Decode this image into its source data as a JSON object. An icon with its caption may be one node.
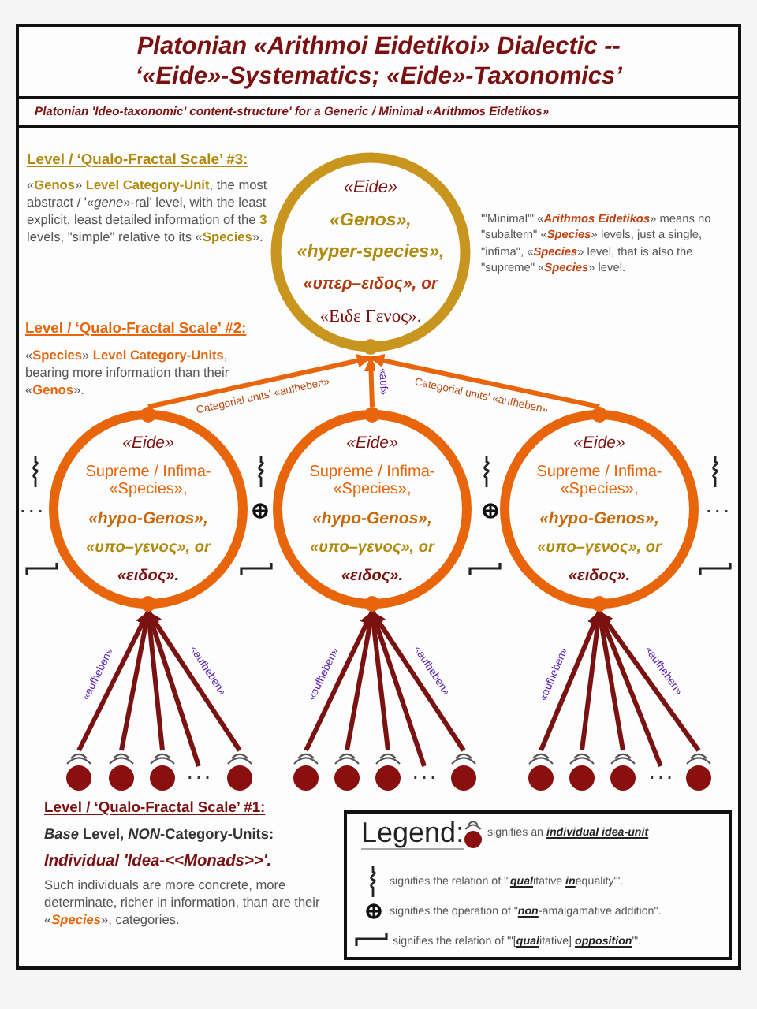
{
  "diagram": {
    "title": "Platonian «Arithmoi Eidetikoi» Dialectic -- ‘«Eide»-Systematics; «Eide»-Taxonomics’",
    "nodes": [
      {
        "text": [
          "«Eide»",
          "«Genos»,",
          "«hyper-species»,",
          "«υπερ–ειδος», or",
          "«Ειδε Γενος»."
        ]
      },
      {
        "text": [
          "«Eide»",
          "Supreme / Infima- «Species»,",
          "«hypo-Genos»,",
          "«υπο–γενος», or",
          "«ειδος»."
        ]
      },
      {
        "text": [
          "«Eide»",
          "Supreme / Infima- «Species»,",
          "«hypo-Genos»,",
          "«υπο–γενος», or",
          "«ειδος»."
        ]
      },
      {
        "text": [
          "«Eide»",
          "Supreme / Infima- «Species»,",
          "«hypo-Genos»,",
          "«υπο–γενος», or",
          "«ειδος»."
        ]
      },
      {
        "text": [],
        "shape": "circle"
      },
      {
        "text": [],
        "shape": "circle"
      },
      {
        "text": [],
        "shape": "circle"
      },
      {
        "text": [
          ". . ."
        ]
      },
      {
        "text": [],
        "shape": "circle"
      },
      {
        "text": [],
        "shape": "circle"
      },
      {
        "text": [],
        "shape": "circle"
      },
      {
        "text": [],
        "shape": "circle"
      },
      {
        "text": [
          ". . ."
        ]
      },
      {
        "text": [],
        "shape": "circle"
      },
      {
        "text": [],
        "shape": "circle"
      },
      {
        "text": [],
        "shape": "circle"
      },
      {
        "text": [],
        "shape": "circle"
      },
      {
        "text": [
          ". . ."
        ]
      },
      {
        "text": [],
        "shape": "circle"
      }
    ],
    "edges": [
      {
        "from": 1,
        "to": 0,
        "arrow": "to",
        "label": "Categorial units' «aufheben»",
        "color": "#e8650c"
      },
      {
        "from": 2,
        "to": 0,
        "arrow": "to",
        "label": "«auf»",
        "color": "#e8650c"
      },
      {
        "from": 3,
        "to": 0,
        "arrow": "to",
        "label": "Categorial units' «aufheben»",
        "color": "#e8650c"
      },
      {
        "from": 4,
        "to": 1,
        "arrow": "to",
        "label": "«aufheben»"
      },
      {
        "from": 5,
        "to": 1,
        "arrow": "to"
      },
      {
        "from": 6,
        "to": 1,
        "arrow": "to"
      },
      {
        "from": 7,
        "to": 1,
        "arrow": "to"
      },
      {
        "from": 8,
        "to": 1,
        "arrow": "to",
        "label": "«aufheben»"
      },
      {
        "from": 9,
        "to": 2,
        "arrow": "to",
        "label": "«aufheben»"
      },
      {
        "from": 10,
        "to": 2,
        "arrow": "to"
      },
      {
        "from": 11,
        "to": 2,
        "arrow": "to"
      },
      {
        "from": 12,
        "to": 2,
        "arrow": "to"
      },
      {
        "from": 13,
        "to": 2,
        "arrow": "to",
        "label": "«aufheben»"
      },
      {
        "from": 14,
        "to": 3,
        "arrow": "to",
        "label": "«aufheben»"
      },
      {
        "from": 15,
        "to": 3,
        "arrow": "to"
      },
      {
        "from": 16,
        "to": 3,
        "arrow": "to"
      },
      {
        "from": 17,
        "to": 3,
        "arrow": "to"
      },
      {
        "from": 18,
        "to": 3,
        "arrow": "to",
        "label": "«aufheben»"
      }
    ],
    "labels": [
      "Platonian 'Ideo-taxonomic' content-structure' for a Generic / Minimal «Arithmos Eidetikos»",
      "Level / ‘Qualo-Fractal Scale’ #3:",
      "«**Genos**» **Level Category-Unit**, the most abstract / '«*gene*»-ral' level, with the least explicit, least detailed information of the **3** levels, \"simple\" relative to its «**Species**».",
      "'\"Minimal\"' «**Arithmos Eidetikos**» means no \"subaltern\" «**Species**» levels, just a single, \"infima\", «**Species**» level, that is also the \"supreme\" «**Species**» level.",
      "Level / ‘Qualo-Fractal Scale’ #2:",
      "«**Species**» **Level Category-Units**, bearing more information than their «**Genos**».",
      ". . .",
      ". . .",
      "Level / ‘Qualo-Fractal Scale’ #1:",
      "*Base* Level, *NON*-Category-Units:",
      "Individual 'Idea-<<Monads>>'.",
      "Such individuals are more concrete, more determinate, richer in information, than are their «**Species**», categories.",
      "Legend:"
    ],
    "legend": [
      {
        "text": "signifies an **individual idea-unit**"
      },
      {
        "text": "signifies the relation of '\"**qual**itative **in**equality\"'."
      },
      {
        "text": "signifies the operation of \"**non**-amalgamative addition\"."
      },
      {
        "text": "signifies the relation of '\"[**qual**itative] **opposition**\"'."
      }
    ]
  }
}
